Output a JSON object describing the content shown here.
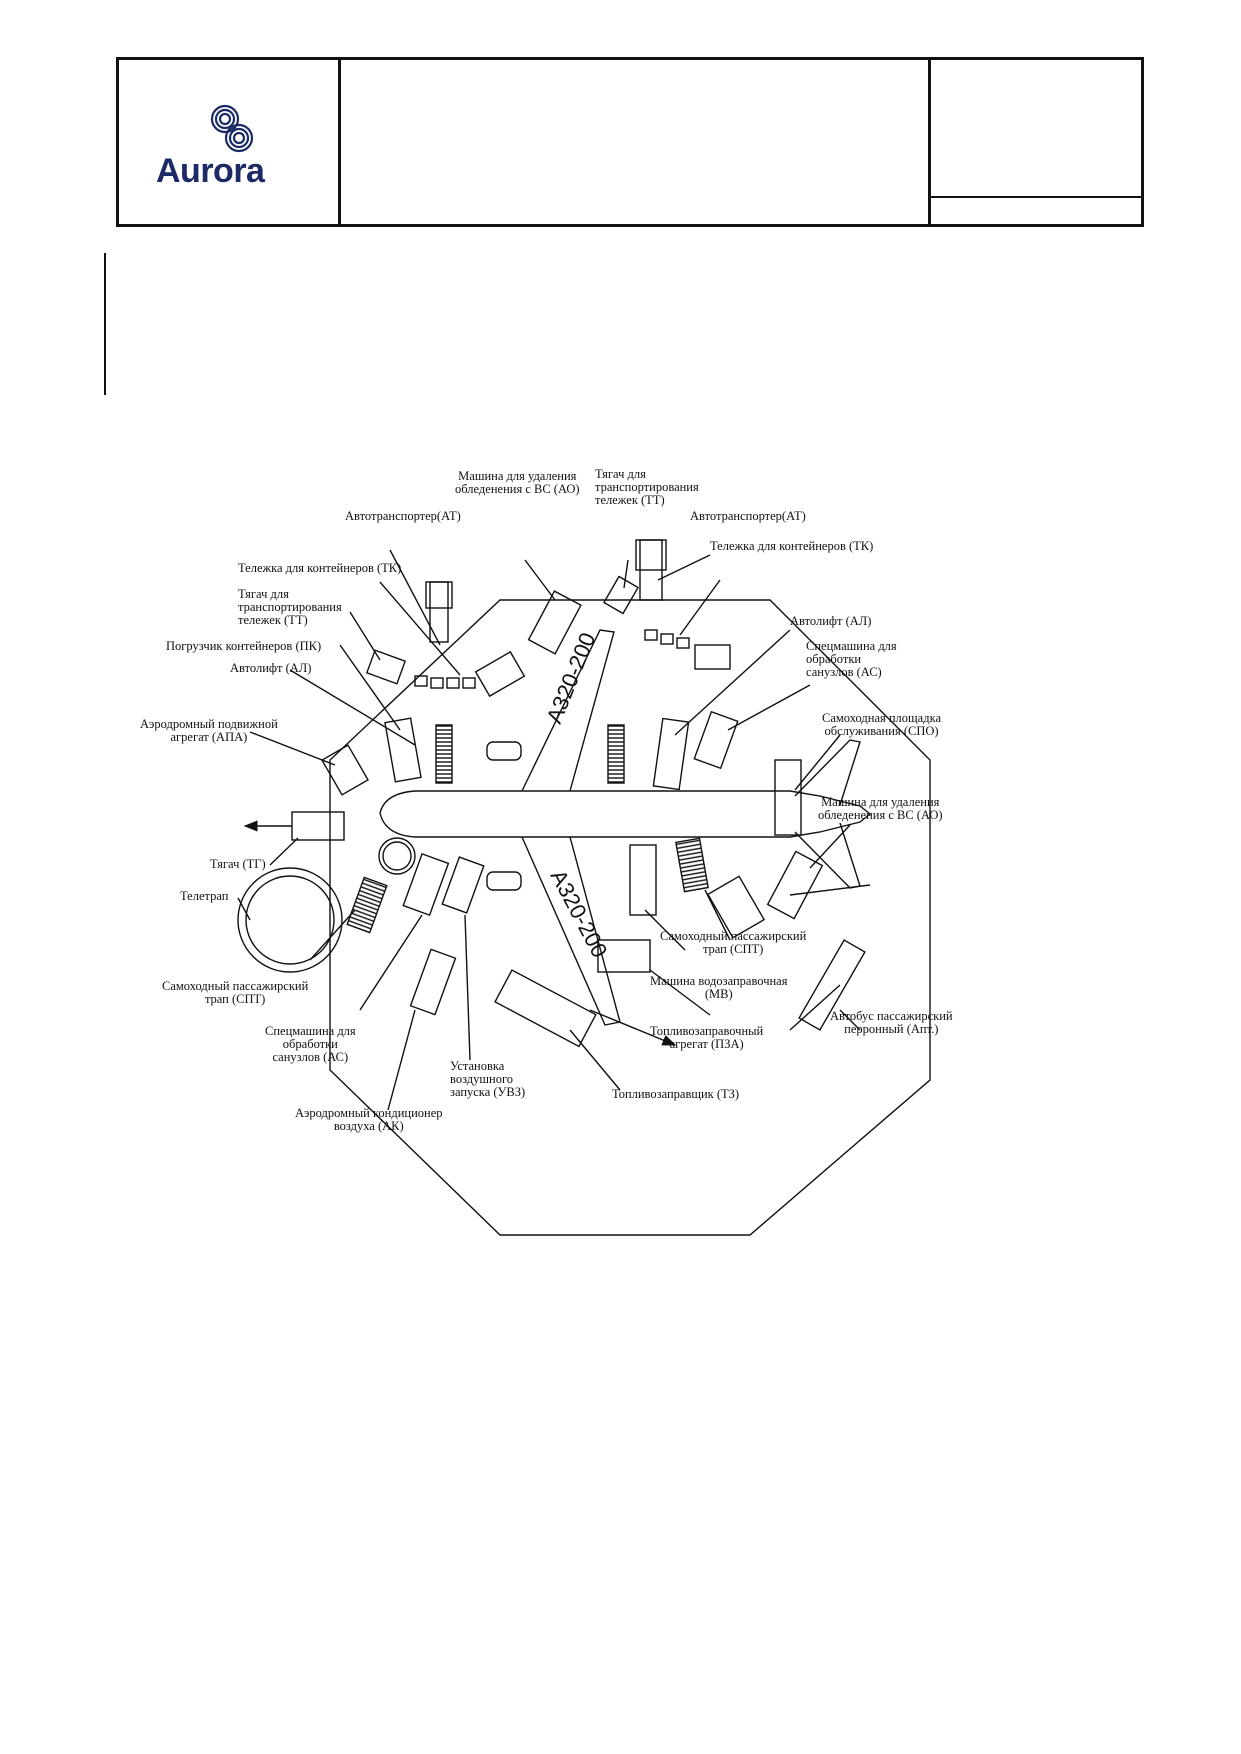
{
  "header": {
    "logo_text": "Aurora",
    "logo_icon": "aurora-rings-icon"
  },
  "diagram": {
    "aircraft_marking": "A320-200",
    "labels": {
      "at_left": "Автотранспортер(АТ)",
      "ao_top": "Машина для удаления\nобледенения с ВС (АО)",
      "tt_top": "Тягач для\nтранспортирования\nтележек (ТТ)",
      "at_right": "Автотранспортер(АТ)",
      "tk_right": "Тележка для контейнеров (ТК)",
      "tk_left": "Тележка для контейнеров (ТК)",
      "tt_left": "Тягач для\nтранспортирования\nтележек (ТТ)",
      "pk": "Погрузчик контейнеров (ПК)",
      "al_right": "Автолифт (АЛ)",
      "al_left": "Автолифт (АЛ)",
      "as_right": "Спецмашина для\nобработки\nсанузлов (АС)",
      "apa": "Аэродромный подвижной\nагрегат (АПА)",
      "spo": "Самоходная площадка\nобслуживания (СПО)",
      "ao_right": "Машина для удаления\nобледенения с ВС (АО)",
      "tg": "Тягач (ТГ)",
      "teletrap": "Телетрап",
      "spt_right": "Самоходный пассажирский\nтрап (СПТ)",
      "spt_left": "Самоходный пассажирский\nтрап (СПТ)",
      "mv": "Машина водозаправочная\n(МВ)",
      "bus": "Автобус пассажирский\nперронный (Апт.)",
      "pza": "Топливозаправочный\nагрегат (ПЗА)",
      "as_left": "Спецмашина для\nобработки\nсанузлов (АС)",
      "uvz": "Установка\nвоздушного\nзапуска (УВЗ)",
      "tz": "Топливозаправщик (ТЗ)",
      "ak": "Аэродромный кондиционер\nвоздуха (АК)"
    }
  }
}
